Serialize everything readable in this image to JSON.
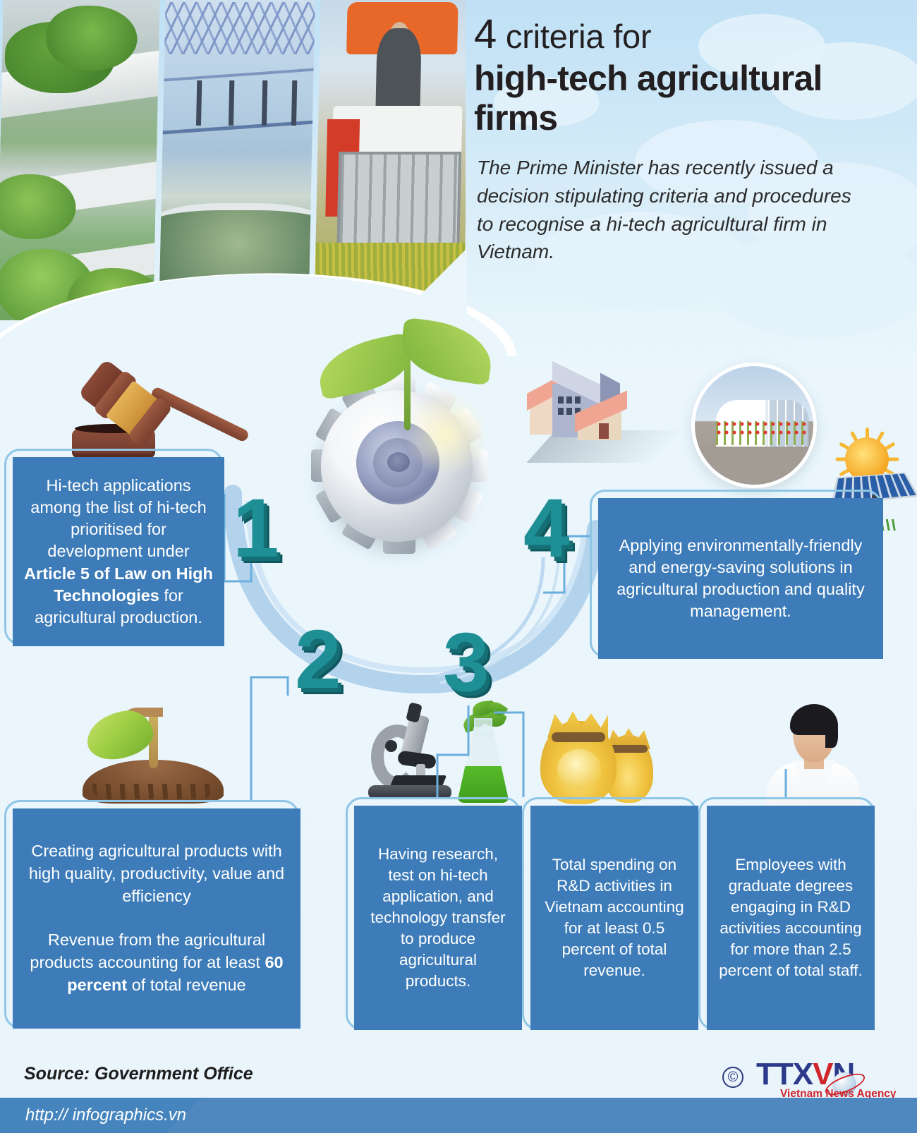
{
  "header": {
    "title_lead": "4",
    "title_rest": " criteria for",
    "title_line2": "high-tech agricultural firms",
    "subtitle": "The Prime Minister has recently issued a decision stipulating criteria and procedures to recognise a hi-tech agricultural firm in Vietnam."
  },
  "numbers": {
    "one": "1",
    "two": "2",
    "three": "3",
    "four": "4"
  },
  "criteria": [
    {
      "number": "1",
      "icon": "gavel-icon",
      "text_before": "Hi-tech applications among the list of hi-tech prioritised for development under ",
      "text_bold": "Article 5 of Law on High Technologies",
      "text_after": " for agricultural production."
    },
    {
      "number": "2",
      "icon": "seedling-icon",
      "paragraph1": "Creating agricultural products with high quality, productivity, value and efficiency",
      "paragraph2_before": "Revenue from the agricultural products accounting for at least ",
      "paragraph2_bold": "60 percent",
      "paragraph2_after": " of total revenue"
    },
    {
      "number": "3a",
      "icon": "microscope-icon",
      "text": "Having research, test on hi-tech application, and technology transfer to produce agricultural products."
    },
    {
      "number": "3b",
      "icon": "money-bags-icon",
      "text": "Total spending on R&D activities in Vietnam accounting for at least 0.5 percent of total revenue."
    },
    {
      "number": "3c",
      "icon": "person-icon",
      "text": "Employees with graduate degrees engaging in R&D activities accounting for more than 2.5 percent of total staff."
    },
    {
      "number": "4",
      "icon": "solar-panel-icon",
      "text": "Applying environmentally-friendly and energy-saving solutions in agricultural production and quality management."
    }
  ],
  "footer": {
    "source": "Source: Government Office",
    "url": "http:// infographics.vn",
    "copyright_symbol": "©",
    "logo_t1": "TTX",
    "logo_v": "V",
    "logo_n": "N",
    "logo_tagline": "Vietnam News Agency"
  },
  "colors": {
    "box_blue": "#3d7cb8",
    "outline_blue": "#8fc6e6",
    "number_teal": "#1f8f96",
    "background": "#eaf5fc",
    "url_bar": "#4e88bf"
  }
}
